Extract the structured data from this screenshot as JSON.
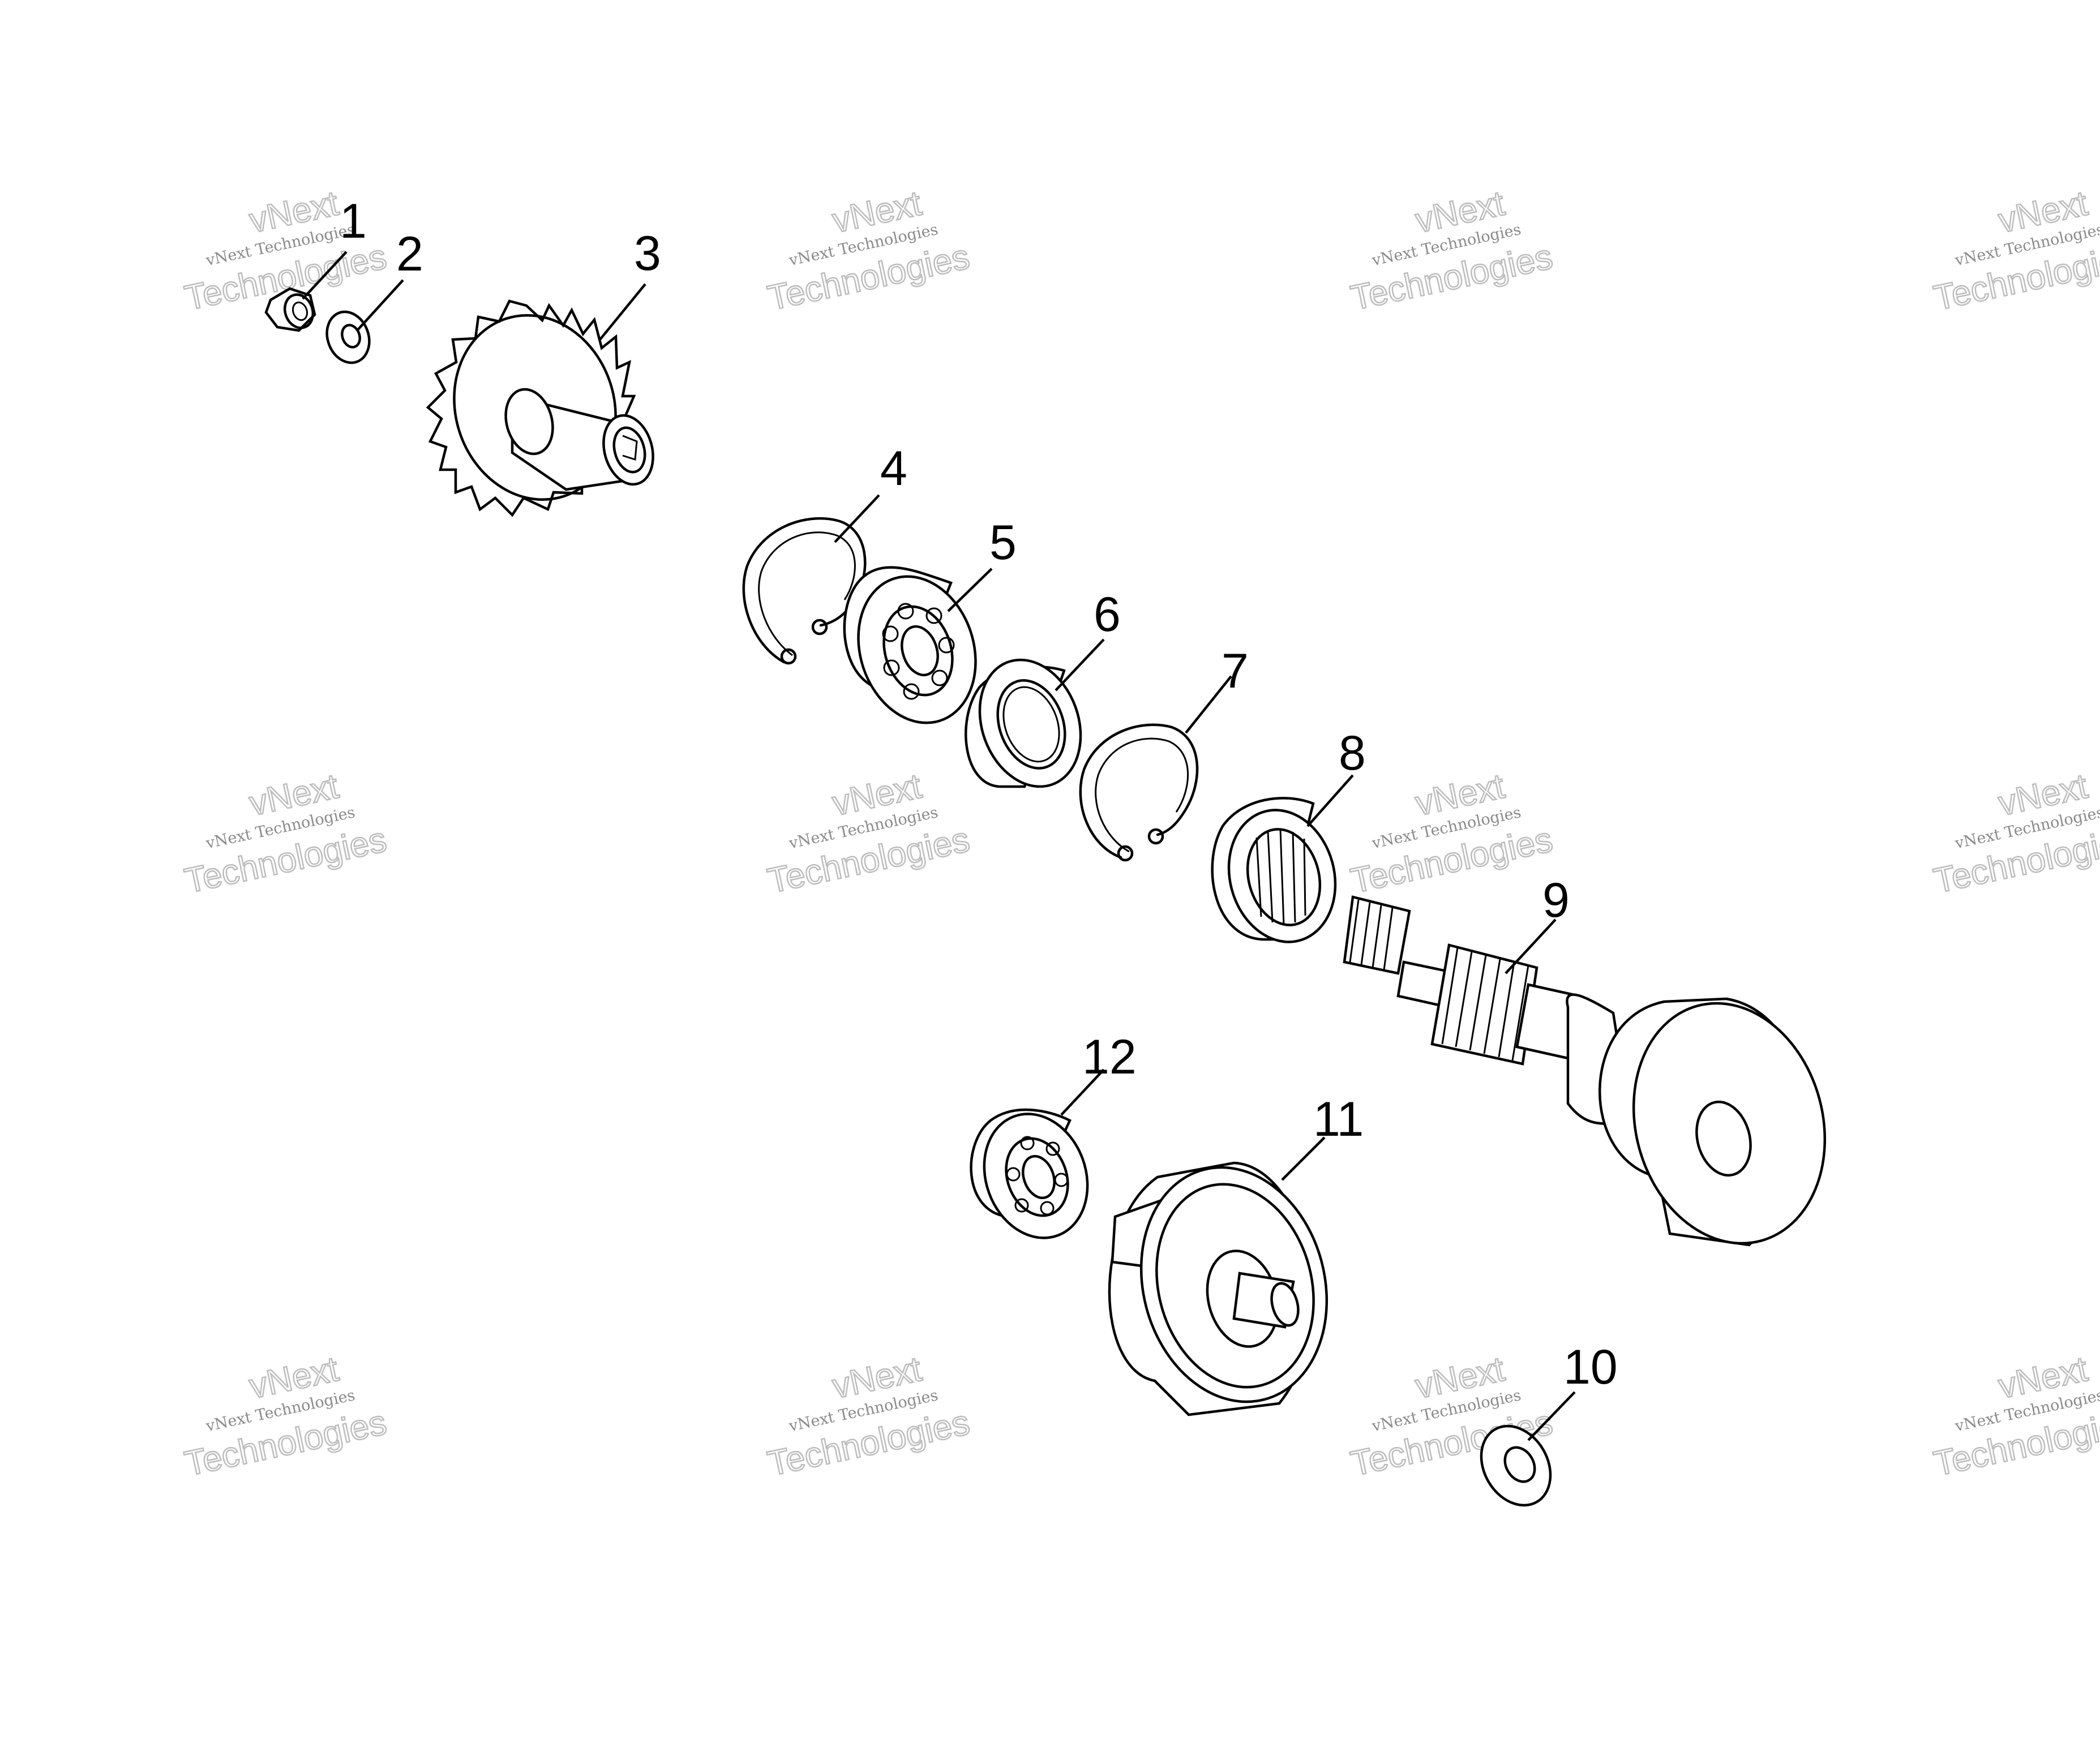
{
  "callouts": [
    "1",
    "2",
    "3",
    "4",
    "5",
    "6",
    "7",
    "8",
    "9",
    "10",
    "11",
    "12"
  ],
  "watermark": {
    "line_top": "vNext",
    "line_small": "vNext Technologies",
    "line_big": "Technologies"
  },
  "colors": {
    "ink": "#000000",
    "watermark": "#9a9a9a",
    "background": "#ffffff"
  }
}
